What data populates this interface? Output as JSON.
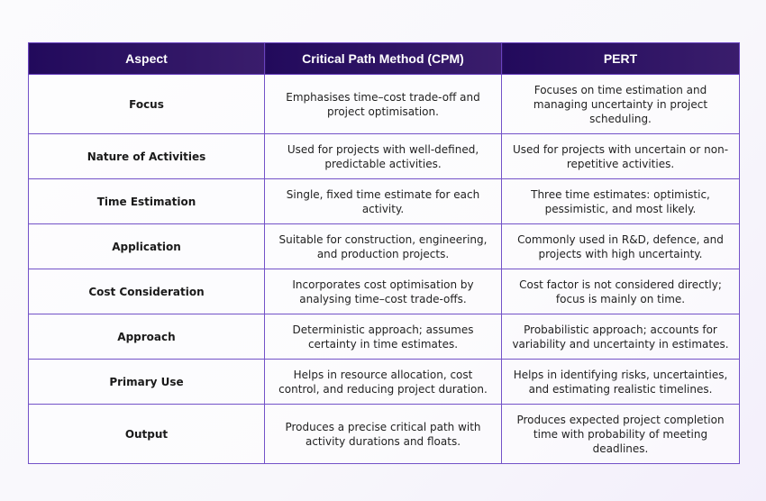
{
  "table": {
    "headers": [
      "Aspect",
      "Critical Path Method (CPM)",
      "PERT"
    ],
    "rows": [
      {
        "aspect": "Focus",
        "cpm": "Emphasises time–cost trade-off and project optimisation.",
        "pert": "Focuses on time estimation and managing uncertainty in project scheduling."
      },
      {
        "aspect": "Nature of Activities",
        "cpm": "Used for projects with well-defined, predictable activities.",
        "pert": "Used for projects with uncertain or non-repetitive activities."
      },
      {
        "aspect": "Time Estimation",
        "cpm": "Single, fixed time estimate for each activity.",
        "pert": "Three time estimates: optimistic, pessimistic, and most likely."
      },
      {
        "aspect": "Application",
        "cpm": "Suitable for construction, engineering, and production projects.",
        "pert": "Commonly used in R&D, defence, and projects with high uncertainty."
      },
      {
        "aspect": "Cost Consideration",
        "cpm": "Incorporates cost optimisation by analysing time–cost trade-offs.",
        "pert": "Cost factor is not considered directly; focus is mainly on time."
      },
      {
        "aspect": "Approach",
        "cpm": "Deterministic approach; assumes certainty in time estimates.",
        "pert": "Probabilistic approach; accounts for variability and uncertainty in estimates."
      },
      {
        "aspect": "Primary Use",
        "cpm": "Helps in resource allocation, cost control, and reducing project duration.",
        "pert": "Helps in identifying risks, uncertainties, and estimating realistic timelines."
      },
      {
        "aspect": "Output",
        "cpm": "Produces a precise critical path with activity durations and floats.",
        "pert": "Produces expected project completion time with probability of meeting deadlines."
      }
    ]
  }
}
